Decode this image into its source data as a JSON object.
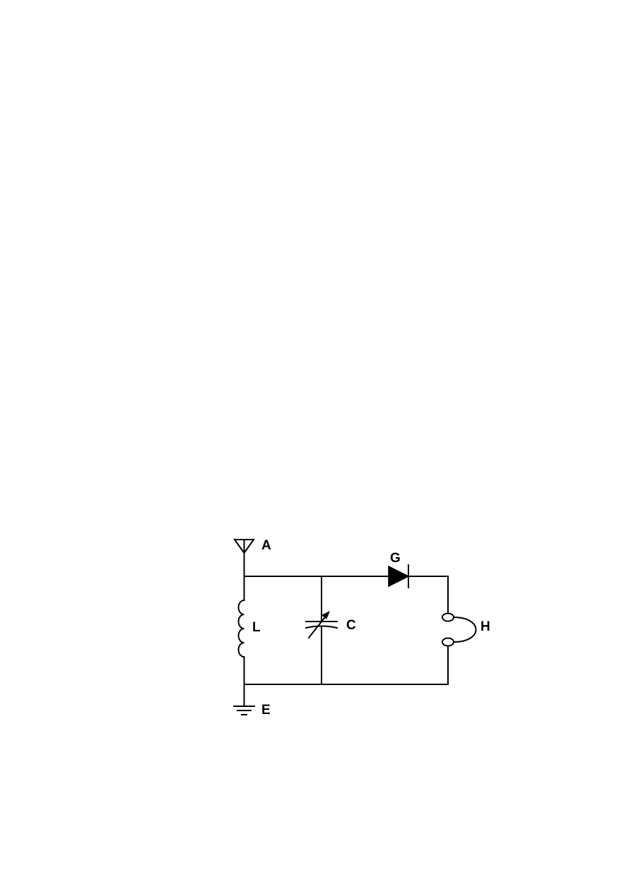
{
  "diagram": {
    "labels": {
      "antenna": "A",
      "diode": "G",
      "inductor": "L",
      "capacitor": "C",
      "headphones": "H",
      "earth": "E"
    },
    "colors": {
      "line": "#000000",
      "background": "#ffffff"
    },
    "components": [
      {
        "type": "antenna",
        "icon": "antenna-icon"
      },
      {
        "type": "inductor",
        "icon": "coil-icon"
      },
      {
        "type": "variable-capacitor",
        "icon": "variable-capacitor-icon"
      },
      {
        "type": "diode",
        "icon": "diode-icon"
      },
      {
        "type": "headphones",
        "icon": "headphones-icon"
      },
      {
        "type": "ground",
        "icon": "ground-icon"
      }
    ]
  }
}
